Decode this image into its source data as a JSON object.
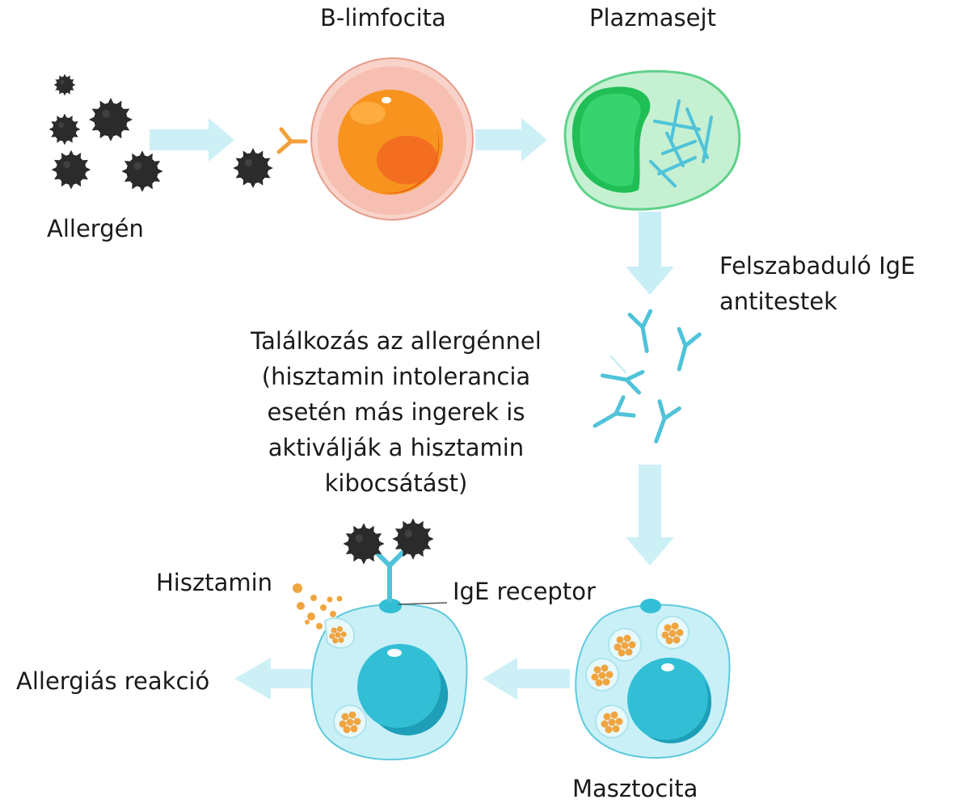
{
  "labels": {
    "b_cell": "B-limfocita",
    "plasma_cell": "Plazmasejt",
    "allergen": "Allergén",
    "ige_released_1": "Felszabaduló IgE",
    "ige_released_2": "antitestek",
    "encounter_1": "Találkozás az allergénnel",
    "encounter_2": "(hisztamin intolerancia",
    "encounter_3": "esetén más ingerek is",
    "encounter_4": "aktiválják a hisztamin",
    "encounter_5": "kibocsátást)",
    "histamine": "Hisztamin",
    "ige_receptor": "IgE receptor",
    "allergic_reaction": "Allergiás reakció",
    "mast_cell": "Masztocita"
  },
  "colors": {
    "arrow": "#c8eef6",
    "allergen": "#2b2b2b",
    "b_cell_body": "#f7c2b5",
    "b_cell_nucleus": "#f7931e",
    "plasma_body": "#c6f0d2",
    "plasma_nucleus": "#2fcf6a",
    "antibody": "#4fc3d9",
    "mast_body": "#c9f0f7",
    "mast_nucleus": "#32bfd6",
    "granule": "#f0a540"
  }
}
